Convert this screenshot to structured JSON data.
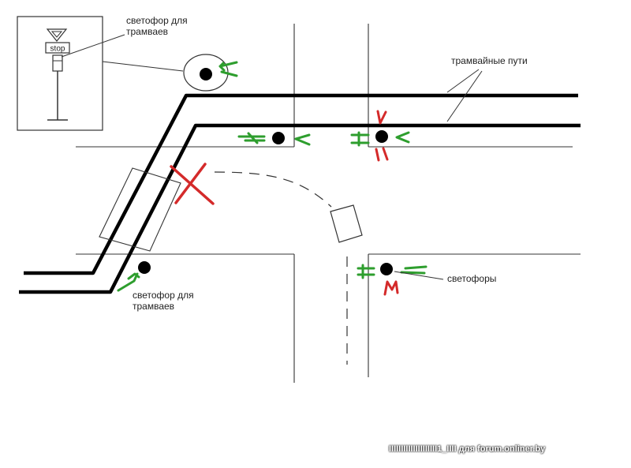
{
  "labels": {
    "tram_signal_top_1": "светофор  для",
    "tram_signal_top_2": "трамваев",
    "tram_tracks": "трамвайные пути",
    "tram_signal_bottom_1": "светофор  для",
    "tram_signal_bottom_2": "трамваев",
    "signals": "светофоры",
    "sign_text": "stop"
  },
  "watermark": "IIIIIIIIIIIIIIIIIIII1_IIII для forum.onliner.by",
  "colors": {
    "line": "#000000",
    "road": "#333333",
    "green_arrow": "#2e9e2e",
    "red_arrow": "#d42a2a",
    "cross": "#d42a2a"
  }
}
